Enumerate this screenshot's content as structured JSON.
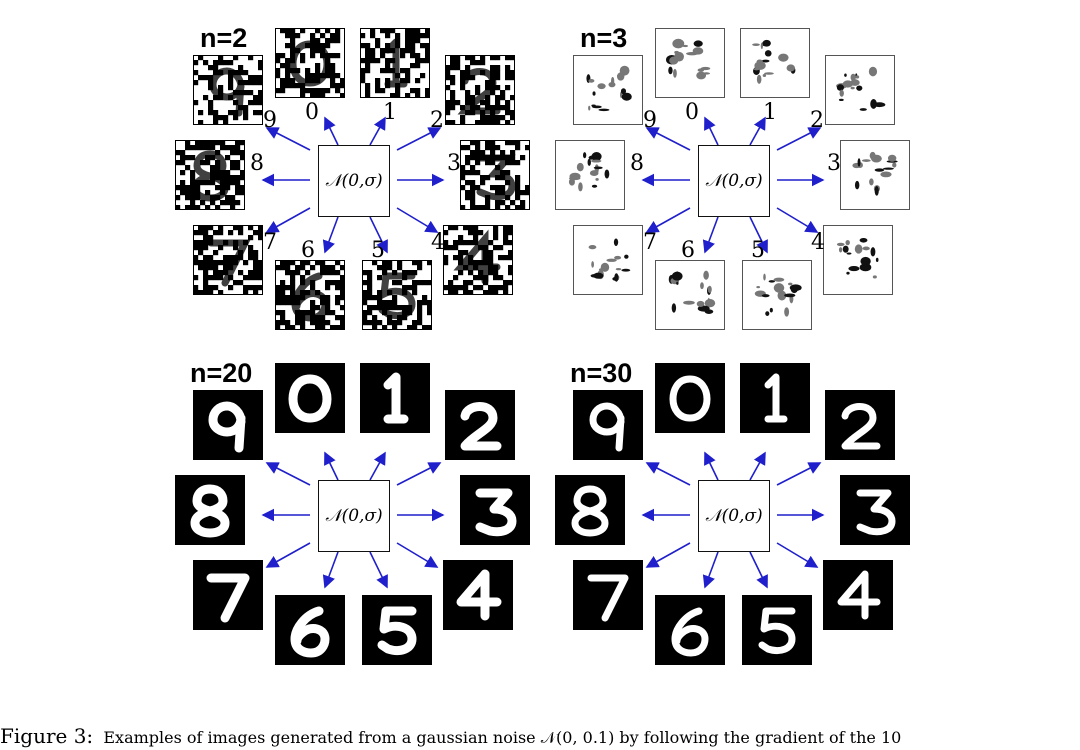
{
  "figure": {
    "panels": [
      {
        "title": "n=2",
        "style": "noise-dense",
        "center_label": "𝒩(0,σ)",
        "show_digit_labels": true
      },
      {
        "title": "n=3",
        "style": "noise-sparse",
        "center_label": "𝒩(0,σ)",
        "show_digit_labels": true
      },
      {
        "title": "n=20",
        "style": "digits",
        "center_label": "𝒩(0,σ)",
        "show_digit_labels": false
      },
      {
        "title": "n=30",
        "style": "digits-clean",
        "center_label": "𝒩(0,σ)",
        "show_digit_labels": false
      }
    ],
    "digit_labels": [
      "0",
      "1",
      "2",
      "3",
      "4",
      "5",
      "6",
      "7",
      "8",
      "9"
    ]
  },
  "caption": {
    "prefix": "Figure 3:",
    "text": "Examples of images generated from a gaussian noise 𝒩(0, 0.1) by following the gradient of the 10"
  },
  "colors": {
    "arrow": "#1f1fcc",
    "ink": "#000000",
    "paper": "#ffffff"
  }
}
